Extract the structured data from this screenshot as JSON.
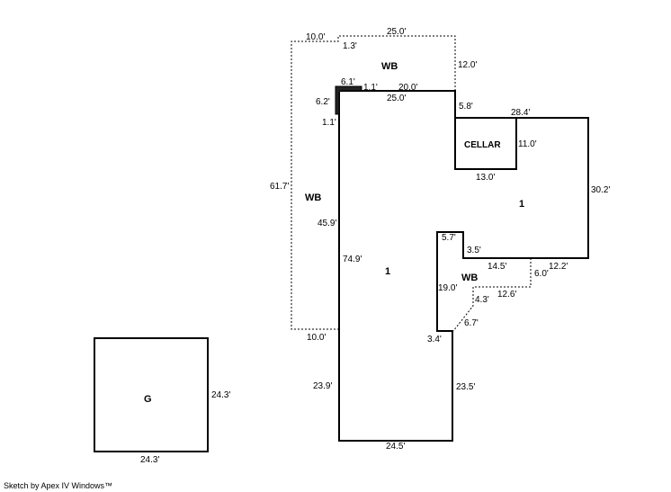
{
  "areas": {
    "wb_top": "WB",
    "wb_left": "WB",
    "wb_right": "WB",
    "cellar": "CELLAR",
    "main_1": "1",
    "main_1b": "1",
    "garage": "G"
  },
  "dimensions": {
    "d10_top": "10.0'",
    "d25_top": "25.0'",
    "d1_3": "1.3'",
    "d12_0": "12.0'",
    "d6_1": "6.1'",
    "d1_1a": "1.1'",
    "d20_0": "20.0'",
    "d6_2": "6.2'",
    "d25_0b": "25.0'",
    "d1_1b": "1.1'",
    "d5_8": "5.8'",
    "d28_4": "28.4'",
    "d11_0": "11.0'",
    "d13_0": "13.0'",
    "d61_7": "61.7'",
    "d45_9": "45.9'",
    "d30_2": "30.2'",
    "d5_7": "5.7'",
    "d3_5": "3.5'",
    "d74_9": "74.9'",
    "d14_5": "14.5'",
    "d12_2": "12.2'",
    "d6_0": "6.0'",
    "d19_0": "19.0'",
    "d12_6": "12.6'",
    "d4_3": "4.3'",
    "d6_7": "6.7'",
    "d10_bottom": "10.0'",
    "d3_4": "3.4'",
    "d23_9": "23.9'",
    "d23_5": "23.5'",
    "d24_5": "24.5'",
    "g24_3_side": "24.3'",
    "g24_3_bottom": "24.3'"
  },
  "footer": "Sketch by Apex IV Windows™"
}
